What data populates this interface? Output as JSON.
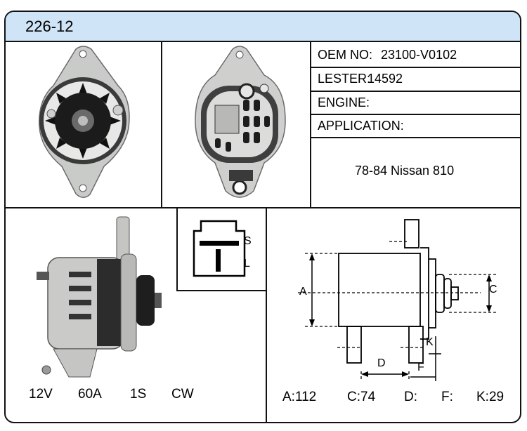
{
  "header": {
    "title": "226-12"
  },
  "specs": {
    "oem_label": "OEM NO:",
    "oem_value": "23100-V0102",
    "lester_label": "LESTER:",
    "lester_value": "14592",
    "engine_label": "ENGINE:",
    "engine_value": "",
    "application_label": "APPLICATION:",
    "application_value": "78-84 Nissan 810"
  },
  "plug": {
    "s_label": "S",
    "l_label": "L"
  },
  "ratings": {
    "voltage": "12V",
    "amperage": "60A",
    "grooves": "1S",
    "rotation": "CW"
  },
  "dimensions": {
    "a_label": "A",
    "c_label": "C",
    "d_label": "D",
    "f_label": "F",
    "k_label": "K",
    "a": "A:112",
    "c": "C:74",
    "d": "D:",
    "f": "F:",
    "k": "K:29"
  },
  "icons": [
    "alternator-front-view",
    "alternator-rear-view",
    "alternator-side-view",
    "plug-connector-diagram",
    "dimension-drawing"
  ]
}
